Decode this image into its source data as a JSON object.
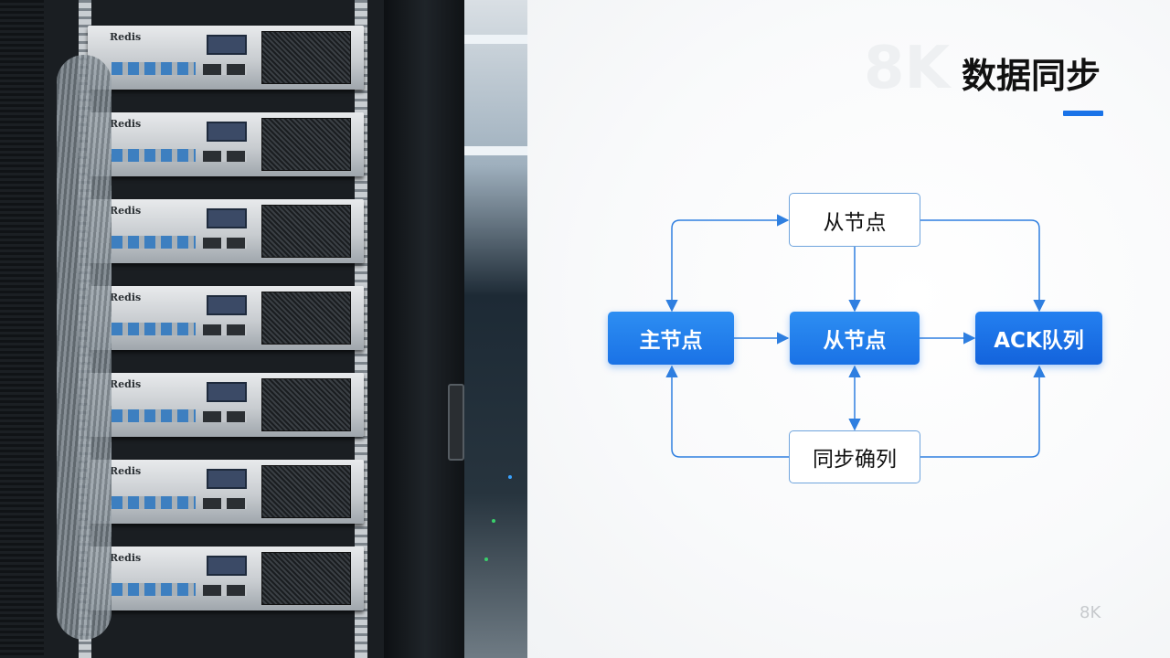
{
  "photo": {
    "rack_label": "Redis"
  },
  "slide": {
    "watermark": "8K",
    "title": "数据同步",
    "accent_color": "#1a73e8",
    "corner_tag": "8K"
  },
  "diagram": {
    "nodes": {
      "top": "从节点",
      "master": "主节点",
      "center": "从节点",
      "ack": "ACK队列",
      "bottom": "同步确列"
    },
    "edges": [
      {
        "from": "master",
        "to": "top",
        "type": "bidirectional"
      },
      {
        "from": "top",
        "to": "center",
        "type": "arrow"
      },
      {
        "from": "top",
        "to": "ack",
        "type": "arrow"
      },
      {
        "from": "master",
        "to": "center",
        "type": "arrow"
      },
      {
        "from": "center",
        "to": "ack",
        "type": "arrow"
      },
      {
        "from": "center",
        "to": "bottom",
        "type": "bidirectional"
      },
      {
        "from": "bottom",
        "to": "master",
        "type": "arrow"
      },
      {
        "from": "bottom",
        "to": "ack",
        "type": "arrow"
      }
    ],
    "colors": {
      "node_fill": "#1a73e8",
      "node_outline": "#6fa4dd",
      "edge": "#2f7fe0"
    }
  }
}
